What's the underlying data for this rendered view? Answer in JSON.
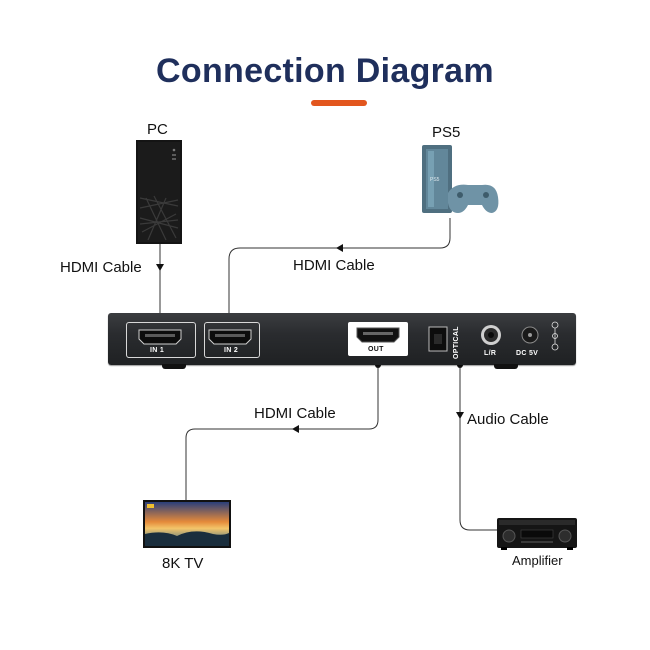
{
  "title": "Connection Diagram",
  "accent_color": "#e2561e",
  "title_color": "#1f2f5c",
  "devices": {
    "pc": "PC",
    "ps5": "PS5",
    "tv": "8K TV",
    "amplifier": "Amplifier"
  },
  "cables": {
    "pc_cable": "HDMI Cable",
    "ps5_cable": "HDMI Cable",
    "tv_cable": "HDMI Cable",
    "audio_cable": "Audio Cable"
  },
  "ports": {
    "in1": "IN 1",
    "in2": "IN 2",
    "out": "OUT",
    "optical": "OPTICAL",
    "lr": "L/R",
    "dc": "DC 5V"
  }
}
